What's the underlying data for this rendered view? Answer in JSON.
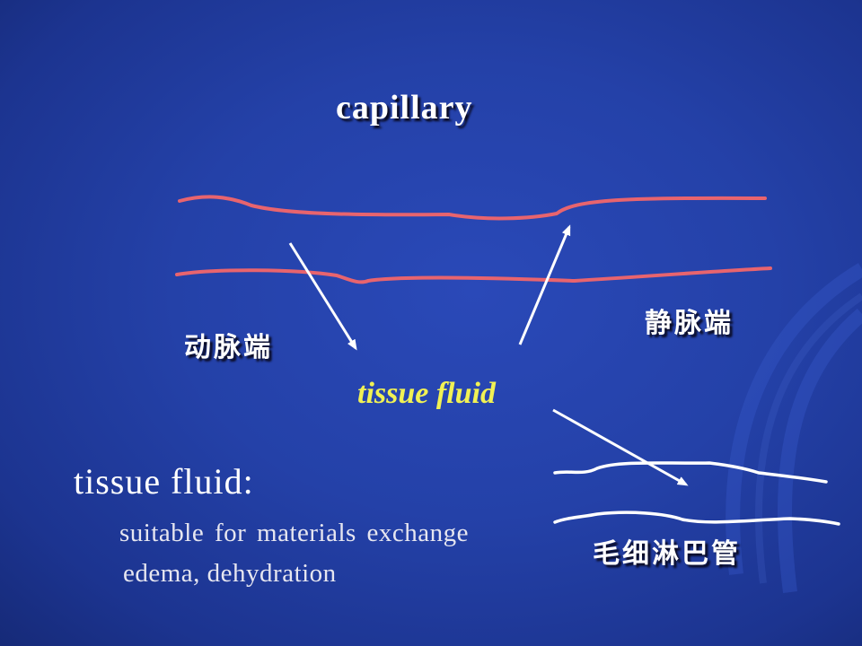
{
  "labels": {
    "capillary": "capillary",
    "arterial_end": "动脉端",
    "venous_end": "静脉端",
    "tissue_fluid": "tissue fluid",
    "lymph_capillary": "毛细淋巴管"
  },
  "definition": {
    "heading": "tissue fluid:",
    "points": [
      "suitable for materials exchange",
      "edema, dehydration"
    ]
  },
  "colors": {
    "background": "#2441a8",
    "vessel_line": "#e8646e",
    "arrow": "#ffffff",
    "fluid_label": "#f1f154",
    "text": "#ffffff"
  }
}
